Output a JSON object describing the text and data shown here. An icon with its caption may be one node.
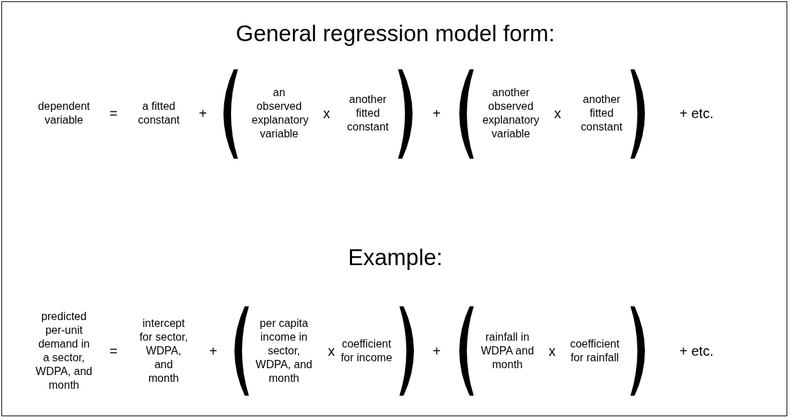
{
  "diagram": {
    "title": "General regression model form:",
    "labels": [
      "dependent variable",
      "=",
      "a fitted constant",
      "+",
      "an observed explanatory variable",
      "x",
      "another fitted constant",
      "+",
      "another observed explanatory variable",
      "x",
      "another fitted constant",
      "+ etc.",
      "Example:",
      "predicted per-unit demand in a sector, WDPA, and month",
      "=",
      "intercept for sector, WDPA, and month",
      "+",
      "per capita income in sector, WDPA, and month",
      "x",
      "coefficient for income",
      "+",
      "rainfall in WDPA and month",
      "x",
      "coefficient for rainfall",
      "+ etc."
    ]
  }
}
